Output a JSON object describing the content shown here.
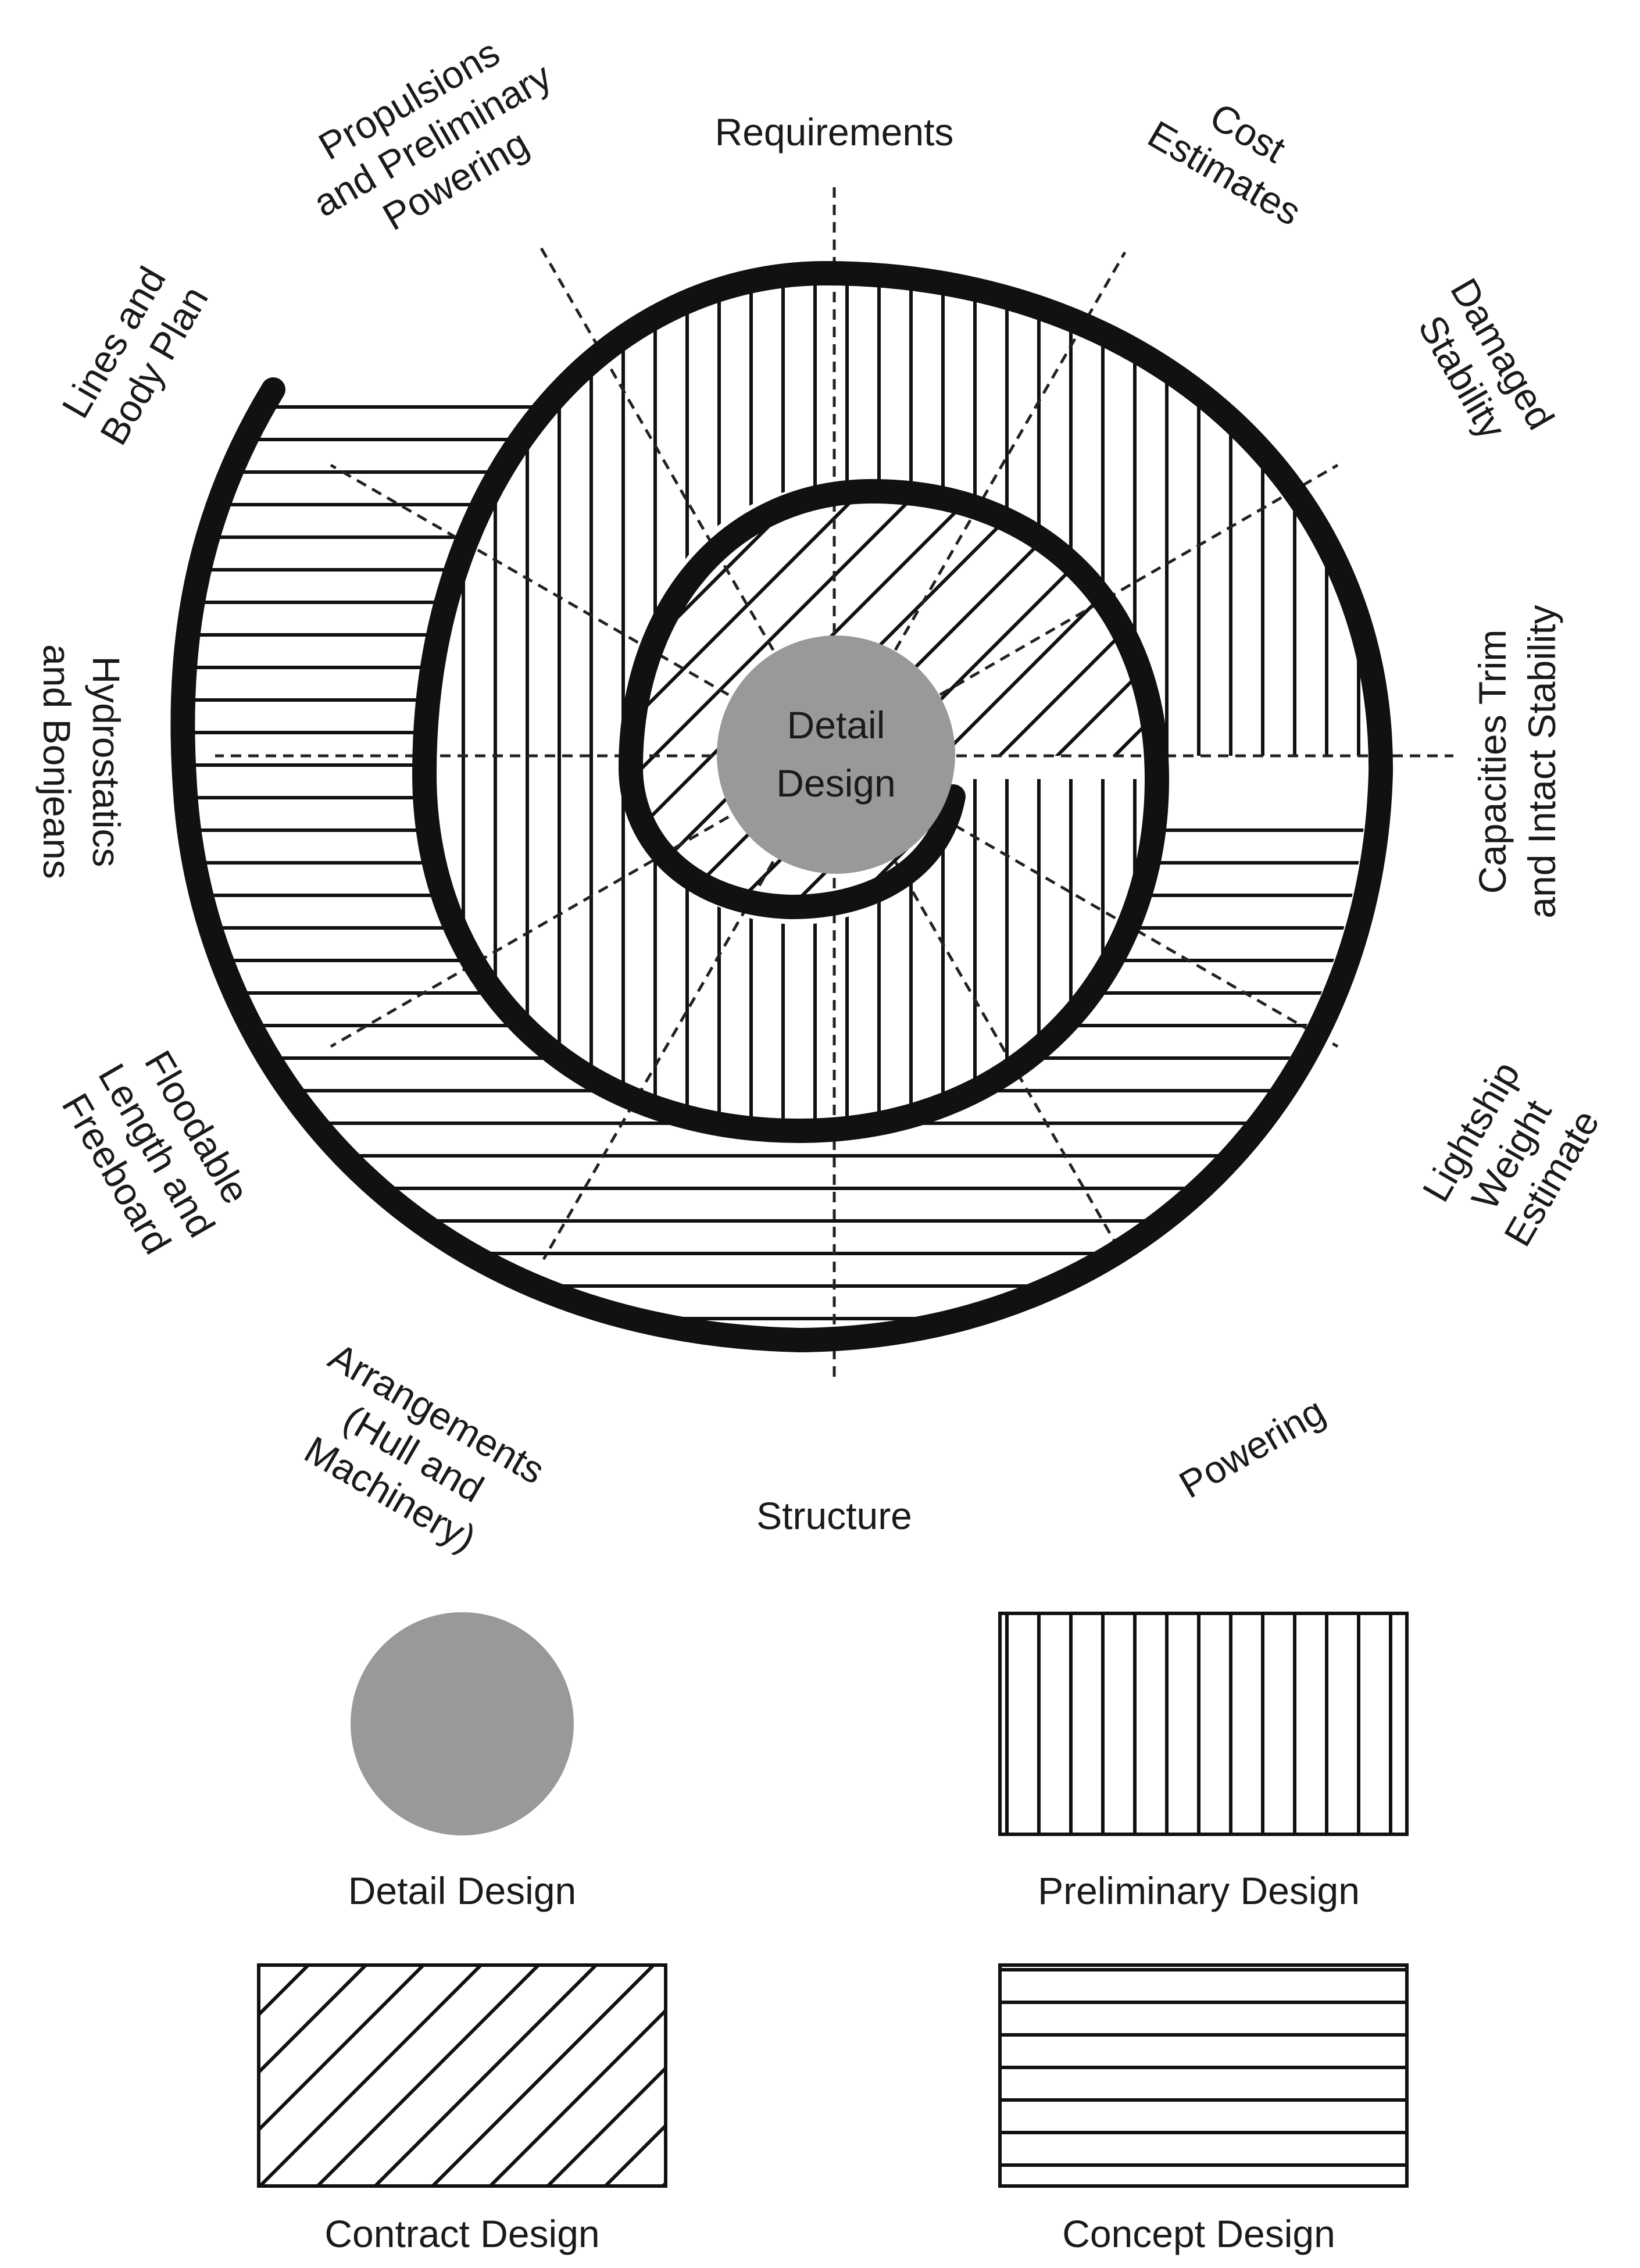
{
  "diagram": {
    "center_label_line1": "Detail",
    "center_label_line2": "Design",
    "spokes": [
      {
        "id": "requirements",
        "lines": [
          "Requirements"
        ]
      },
      {
        "id": "cost-estimates",
        "lines": [
          "Cost",
          "Estimates"
        ]
      },
      {
        "id": "damaged-stability",
        "lines": [
          "Damaged",
          "Stability"
        ]
      },
      {
        "id": "capacities",
        "lines": [
          "Capacities Trim",
          "and Intact Stability"
        ]
      },
      {
        "id": "lightship",
        "lines": [
          "Lightship",
          "Weight",
          "Estimate"
        ]
      },
      {
        "id": "powering",
        "lines": [
          "Powering"
        ]
      },
      {
        "id": "structure",
        "lines": [
          "Structure"
        ]
      },
      {
        "id": "arrangements",
        "lines": [
          "Arrangements",
          "(Hull and",
          "Machinery)"
        ]
      },
      {
        "id": "floodable",
        "lines": [
          "Floodable",
          "Length and",
          "Freeboard"
        ]
      },
      {
        "id": "hydrostatics",
        "lines": [
          "Hydrostatics",
          "and Bonjeans"
        ]
      },
      {
        "id": "lines-body-plan",
        "lines": [
          "Lines and",
          "Body Plan"
        ]
      },
      {
        "id": "propulsions",
        "lines": [
          "Propulsions",
          "and Preliminary",
          "Powering"
        ]
      }
    ]
  },
  "legend": {
    "detail": "Detail Design",
    "preliminary": "Preliminary Design",
    "contract": "Contract Design",
    "concept": "Concept Design"
  },
  "colors": {
    "fill_grey": "#999999",
    "ink": "#111111"
  }
}
